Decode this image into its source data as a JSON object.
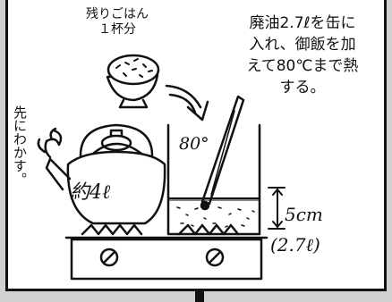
{
  "labels": {
    "rice_line1": "残りごはん",
    "rice_line2": "１杯分",
    "instruction_line1": "廃油2.7ℓを缶に",
    "instruction_line2": "入れ、御飯を加",
    "instruction_line3": "えて80℃まで熱",
    "instruction_line4": "する。",
    "boil_water": "先にわかす。",
    "kettle_volume": "約4ℓ",
    "temperature": "80°",
    "oil_depth": "5cm",
    "oil_volume": "(2.7ℓ)"
  },
  "colors": {
    "ink": "#111111",
    "paper": "#ffffff",
    "background": "#d0d0d0"
  }
}
